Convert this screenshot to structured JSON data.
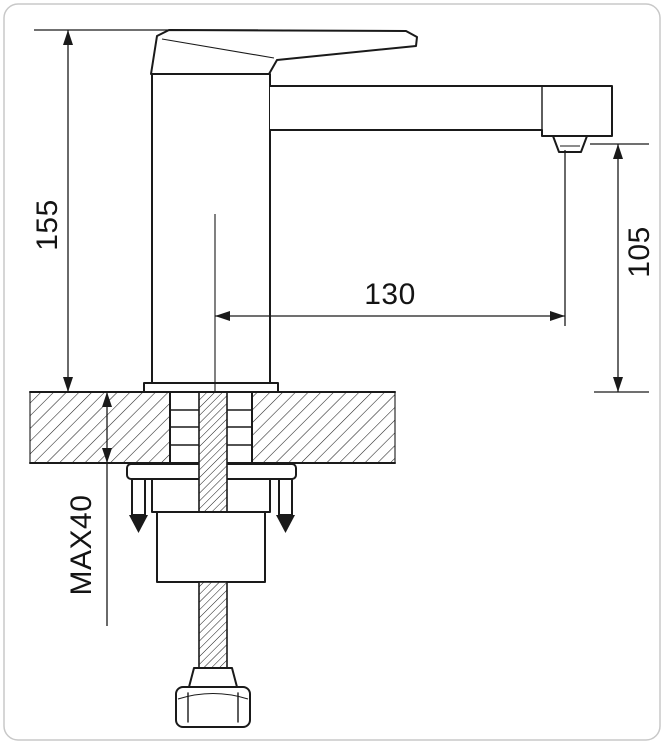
{
  "frame": {
    "background": "#ffffff",
    "border_color": "#c8c8c8",
    "line_color": "#1a1a1a"
  },
  "dimensions": {
    "total_height_label": "155",
    "spout_reach_label": "130",
    "outlet_height_label": "105",
    "max_counter_thickness_label": "MAX40"
  }
}
